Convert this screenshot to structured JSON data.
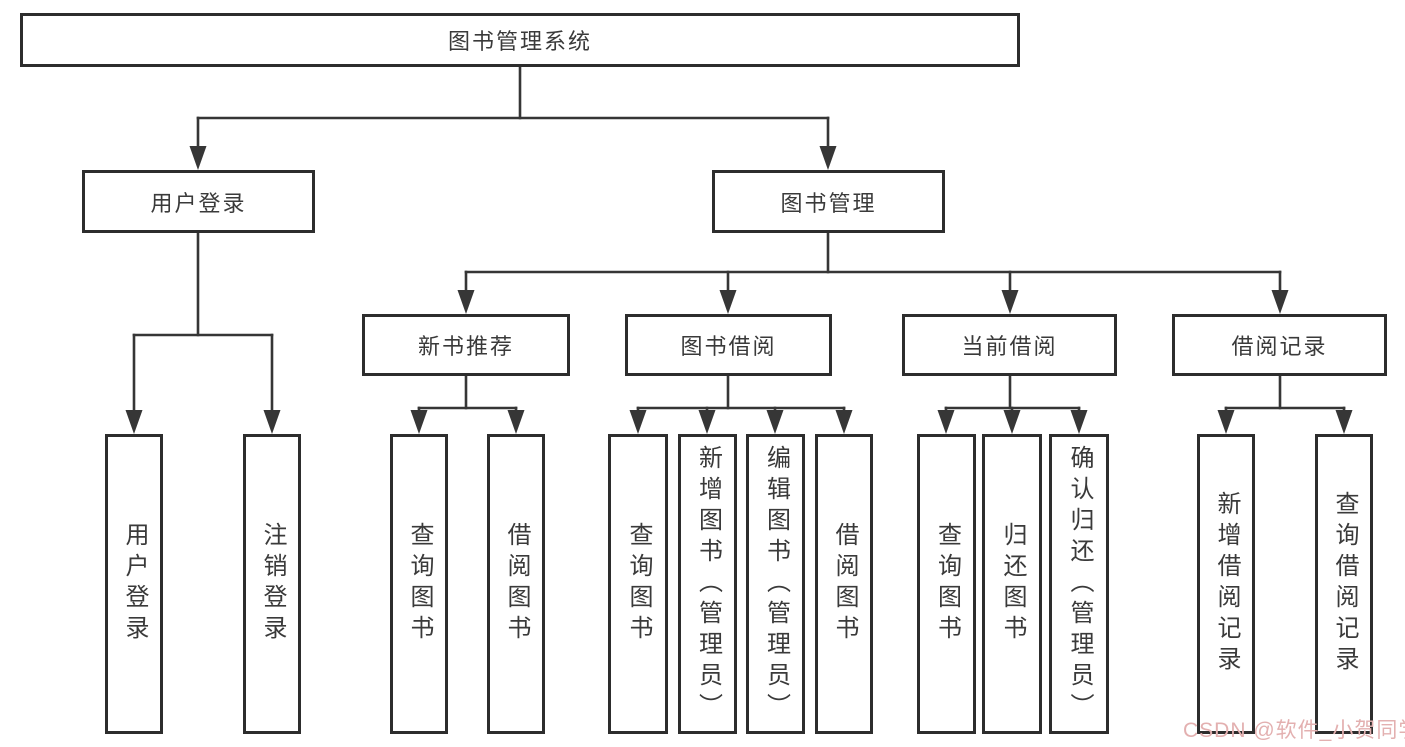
{
  "diagram": {
    "root": {
      "label": "图书管理系统"
    },
    "level2": [
      {
        "label": "用户登录"
      },
      {
        "label": "图书管理"
      }
    ],
    "level3": [
      {
        "label": "新书推荐"
      },
      {
        "label": "图书借阅"
      },
      {
        "label": "当前借阅"
      },
      {
        "label": "借阅记录"
      }
    ],
    "leaves": [
      {
        "label": "用户登录"
      },
      {
        "label": "注销登录"
      },
      {
        "label": "查询图书"
      },
      {
        "label": "借阅图书"
      },
      {
        "label": "查询图书"
      },
      {
        "label": "新增图书（管理员）"
      },
      {
        "label": "编辑图书（管理员）"
      },
      {
        "label": "借阅图书"
      },
      {
        "label": "查询图书"
      },
      {
        "label": "归还图书"
      },
      {
        "label": "确认归还（管理员）"
      },
      {
        "label": "新增借阅记录"
      },
      {
        "label": "查询借阅记录"
      }
    ]
  },
  "watermark": {
    "text": "CSDN @软件_小贺同学",
    "color": "#e3b0b0"
  },
  "colors": {
    "line": "#363636",
    "border": "#2d2d2d",
    "background": "#ffffff"
  }
}
